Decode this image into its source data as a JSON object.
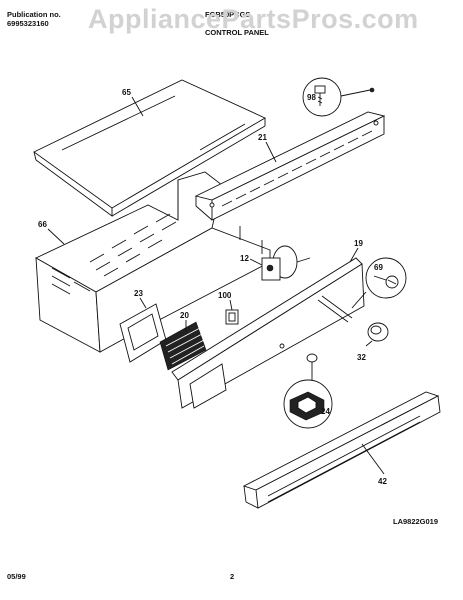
{
  "header": {
    "publication_label": "Publication no.",
    "publication_number": "6995323160",
    "model": "FGB50PCGS",
    "section": "CONTROL PANEL"
  },
  "watermark": "AppliancePartsPros.com",
  "footer": {
    "date": "05/99",
    "page": "2",
    "diagram_code": "LA9822G019"
  },
  "parts": [
    {
      "key": "65",
      "label": "65"
    },
    {
      "key": "21",
      "label": "21"
    },
    {
      "key": "98",
      "label": "98"
    },
    {
      "key": "66",
      "label": "66"
    },
    {
      "key": "12",
      "label": "12"
    },
    {
      "key": "19",
      "label": "19"
    },
    {
      "key": "69",
      "label": "69"
    },
    {
      "key": "23",
      "label": "23"
    },
    {
      "key": "100",
      "label": "100"
    },
    {
      "key": "20",
      "label": "20"
    },
    {
      "key": "32",
      "label": "32"
    },
    {
      "key": "24",
      "label": "24"
    },
    {
      "key": "42",
      "label": "42"
    }
  ]
}
